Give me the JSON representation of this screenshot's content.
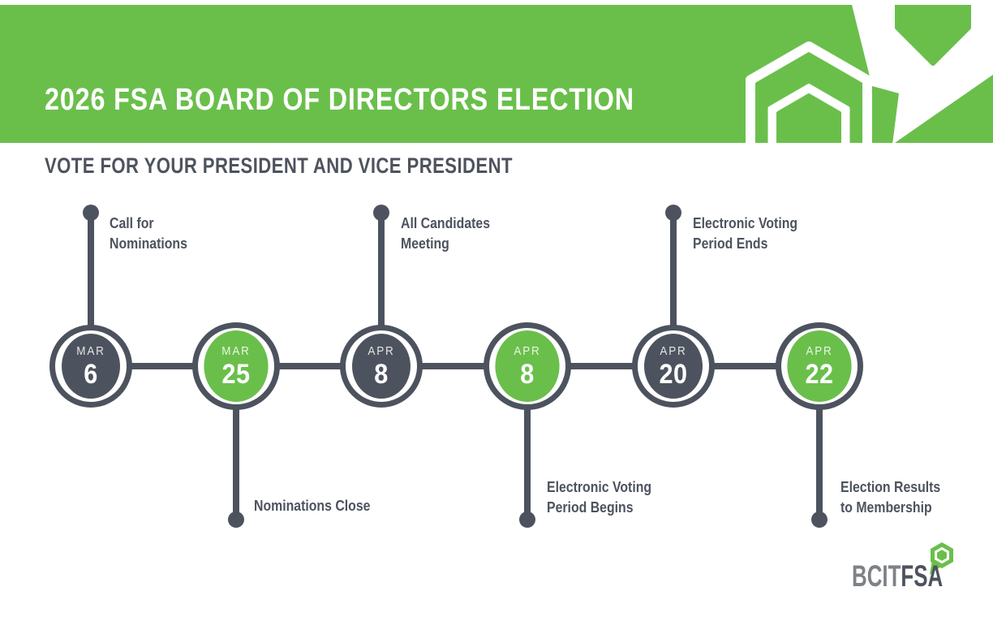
{
  "banner": {
    "title": "2026 FSA BOARD OF DIRECTORS ELECTION",
    "bg_color": "#6abf4b",
    "decoration": "hexagon-pattern"
  },
  "subtitle": "VOTE FOR YOUR PRESIDENT AND VICE PRESIDENT",
  "colors": {
    "green": "#6abf4b",
    "charcoal": "#4d535e",
    "logo_gray": "#7e8287",
    "white": "#ffffff"
  },
  "timeline": {
    "events": [
      {
        "month": "MAR",
        "day": "6",
        "variant": "dark",
        "label_position": "above",
        "label_lines": [
          "Call for",
          "Nominations"
        ]
      },
      {
        "month": "MAR",
        "day": "25",
        "variant": "green",
        "label_position": "below",
        "label_lines": [
          "Nominations Close"
        ]
      },
      {
        "month": "APR",
        "day": "8",
        "variant": "dark",
        "label_position": "above",
        "label_lines": [
          "All Candidates",
          "Meeting"
        ]
      },
      {
        "month": "APR",
        "day": "8",
        "variant": "green",
        "label_position": "below",
        "label_lines": [
          "Electronic Voting",
          "Period Begins"
        ]
      },
      {
        "month": "APR",
        "day": "20",
        "variant": "dark",
        "label_position": "above",
        "label_lines": [
          "Electronic Voting",
          "Period Ends"
        ]
      },
      {
        "month": "APR",
        "day": "22",
        "variant": "green",
        "label_position": "below",
        "label_lines": [
          "Election Results",
          "to Membership"
        ]
      }
    ]
  },
  "logo": {
    "prefix": "BCIT",
    "suffix": "FSA",
    "mark": "hexagon-speech-bubble"
  }
}
